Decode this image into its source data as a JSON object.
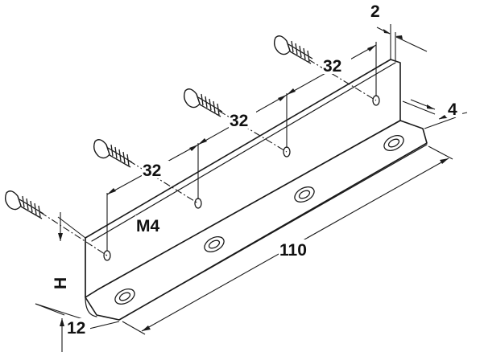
{
  "dimensions": {
    "thickness": "2",
    "spacing_1": "32",
    "spacing_2": "32",
    "spacing_3": "32",
    "flange_width": "4",
    "screw_size": "M4",
    "length": "110",
    "height": "H",
    "base_depth": "12"
  }
}
